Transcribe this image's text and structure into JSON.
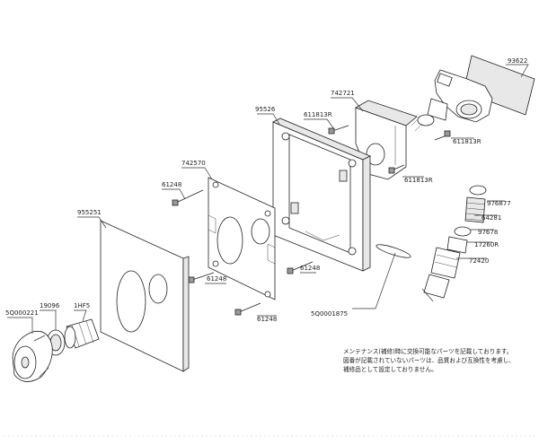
{
  "labels": {
    "p93622": "93622",
    "p742721": "742721",
    "p611813r_top": "611813R",
    "p95526": "95526",
    "p611813r_mid": "611813R",
    "p611813r_low": "611813R",
    "p742570": "742570",
    "p61248_a": "61248",
    "p955251": "955251",
    "p61248_b": "61248",
    "p61248_c": "61248",
    "p61248_d": "61248",
    "p976877": "976877",
    "p64281": "64281",
    "p97678": "97678",
    "p17260r": "17260R",
    "p72420": "72420",
    "p5q0001875": "5Q0001875",
    "p5q000221": "5Q000221",
    "p19096": "19096",
    "p1hf5": "1HF5"
  },
  "note": {
    "line1": "メンテナンス(補修)時に交換可能なパーツを記載しております。",
    "line2": "図番が記載されていないパーツは、品質および互換性を考慮し、",
    "line3": "補修品として設定しておりません。"
  }
}
